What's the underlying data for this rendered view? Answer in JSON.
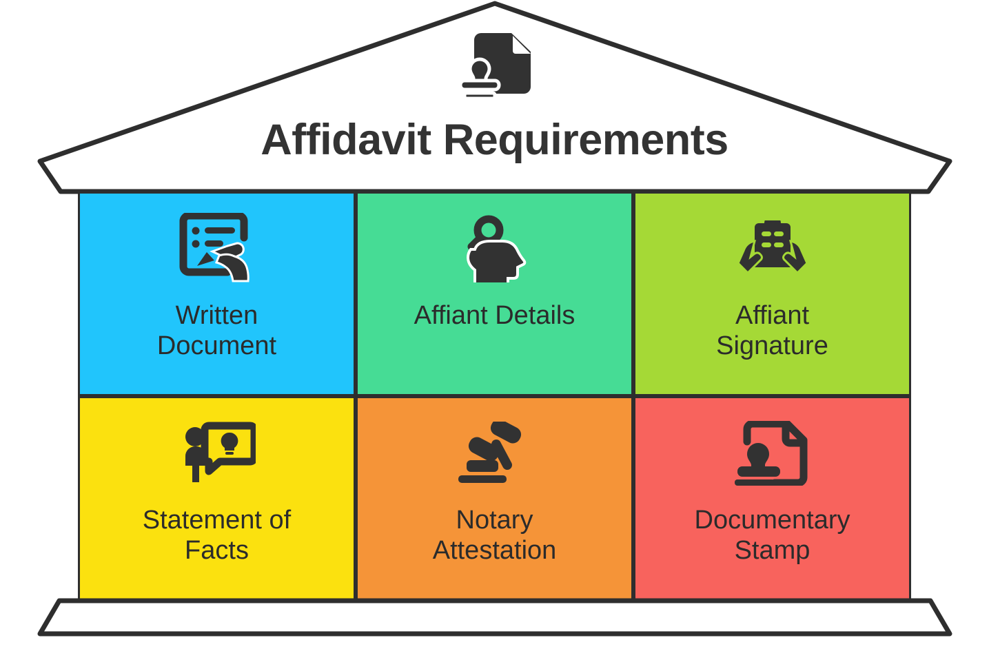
{
  "header": {
    "title": "Affidavit Requirements",
    "icon": "document-stamp-icon"
  },
  "shape": {
    "roof": "house-roof-pediment",
    "base": "house-foundation-plinth"
  },
  "colors": {
    "outline": "#2e2e2e",
    "title_text": "#333333",
    "label_text": "#2b2b2b",
    "icon": "#323232",
    "background": "#ffffff",
    "cell_1": "#21c5fc",
    "cell_2": "#46dc95",
    "cell_3": "#a5d936",
    "cell_4": "#fbe10f",
    "cell_5": "#f59438",
    "cell_6": "#f8635d"
  },
  "cells": [
    {
      "label": "Written Document",
      "line1": "Written",
      "line2": "Document",
      "color": "#21c5fc",
      "icon": "hand-writing-form-icon"
    },
    {
      "label": "Affiant Details",
      "line1": "Affiant Details",
      "line2": "",
      "color": "#46dc95",
      "icon": "head-magnifier-icon"
    },
    {
      "label": "Affiant Signature",
      "line1": "Affiant",
      "line2": "Signature",
      "color": "#a5d936",
      "icon": "hands-holding-document-icon"
    },
    {
      "label": "Statement of Facts",
      "line1": "Statement of",
      "line2": "Facts",
      "color": "#fbe10f",
      "icon": "person-speech-bubble-idea-icon"
    },
    {
      "label": "Notary Attestation",
      "line1": "Notary",
      "line2": "Attestation",
      "color": "#f59438",
      "icon": "gavel-icon"
    },
    {
      "label": "Documentary Stamp",
      "line1": "Documentary",
      "line2": "Stamp",
      "color": "#f8635d",
      "icon": "stamp-document-icon"
    }
  ]
}
